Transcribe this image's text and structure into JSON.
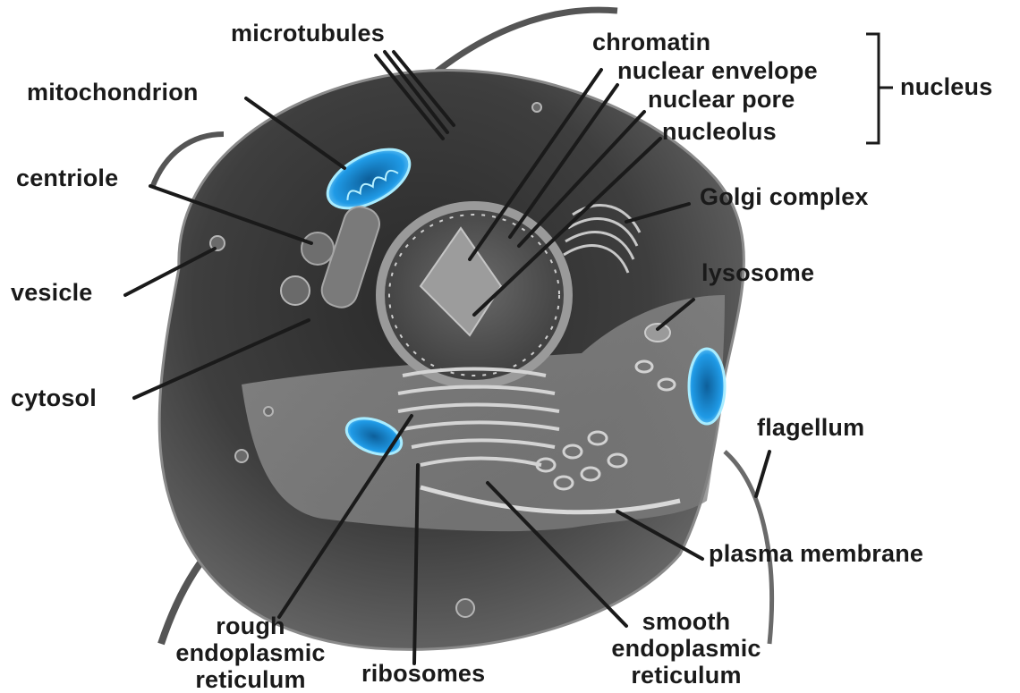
{
  "diagram": {
    "labels": {
      "microtubules": "microtubules",
      "mitochondrion": "mitochondrion",
      "centriole": "centriole",
      "vesicle": "vesicle",
      "cytosol": "cytosol",
      "chromatin": "chromatin",
      "nuclear_envelope": "nuclear envelope",
      "nuclear_pore": "nuclear pore",
      "nucleolus": "nucleolus",
      "nucleus": "nucleus",
      "golgi_complex": "Golgi complex",
      "lysosome": "lysosome",
      "flagellum": "flagellum",
      "plasma_membrane": "plasma membrane",
      "rough_er": [
        "rough",
        "endoplasmic",
        "reticulum"
      ],
      "ribosomes": "ribosomes",
      "smooth_er": [
        "smooth",
        "endoplasmic",
        "reticulum"
      ]
    },
    "colors": {
      "cell_dark": "#3c3c3c",
      "cell_mid": "#6e6e6e",
      "cell_light": "#a8a8a8",
      "organelle_blue": "#1f9ae6",
      "leader_line": "#1a1a1a"
    }
  }
}
